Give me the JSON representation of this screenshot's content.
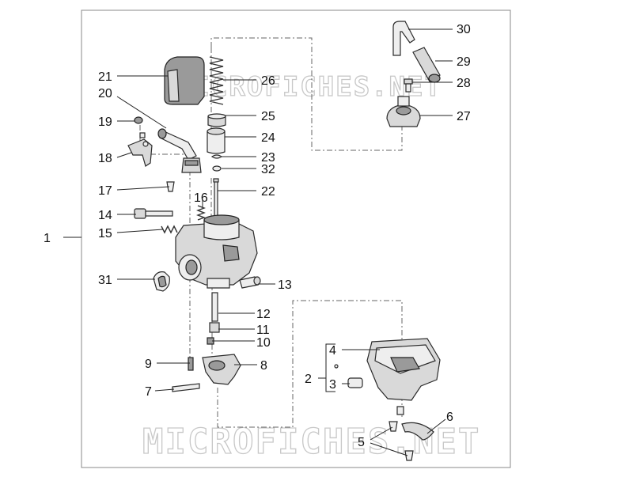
{
  "watermark": {
    "text": "MICROFICHES.NET",
    "color": "#c8c8c8"
  },
  "callouts": [
    {
      "id": "1",
      "label": "1"
    },
    {
      "id": "2",
      "label": "2"
    },
    {
      "id": "3",
      "label": "3"
    },
    {
      "id": "4",
      "label": "4"
    },
    {
      "id": "5",
      "label": "5"
    },
    {
      "id": "6",
      "label": "6"
    },
    {
      "id": "7",
      "label": "7"
    },
    {
      "id": "8",
      "label": "8"
    },
    {
      "id": "9",
      "label": "9"
    },
    {
      "id": "10",
      "label": "10"
    },
    {
      "id": "11",
      "label": "11"
    },
    {
      "id": "12",
      "label": "12"
    },
    {
      "id": "13",
      "label": "13"
    },
    {
      "id": "14",
      "label": "14"
    },
    {
      "id": "15",
      "label": "15"
    },
    {
      "id": "16",
      "label": "16"
    },
    {
      "id": "17",
      "label": "17"
    },
    {
      "id": "18",
      "label": "18"
    },
    {
      "id": "19",
      "label": "19"
    },
    {
      "id": "20",
      "label": "20"
    },
    {
      "id": "21",
      "label": "21"
    },
    {
      "id": "22",
      "label": "22"
    },
    {
      "id": "23",
      "label": "23"
    },
    {
      "id": "24",
      "label": "24"
    },
    {
      "id": "25",
      "label": "25"
    },
    {
      "id": "26",
      "label": "26"
    },
    {
      "id": "27",
      "label": "27"
    },
    {
      "id": "28",
      "label": "28"
    },
    {
      "id": "29",
      "label": "29"
    },
    {
      "id": "30",
      "label": "30"
    },
    {
      "id": "31",
      "label": "31"
    },
    {
      "id": "32",
      "label": "32"
    }
  ]
}
